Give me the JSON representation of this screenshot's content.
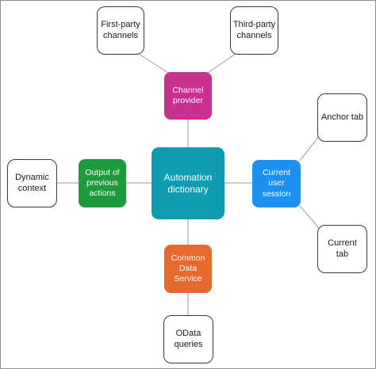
{
  "nodes": {
    "first_party": "First-party\nchannels",
    "third_party": "Third-party\nchannels",
    "channel_provider": "Channel\nprovider",
    "anchor_tab": "Anchor tab",
    "current_user_session": "Current\nuser\nsession",
    "current_tab": "Current\ntab",
    "dynamic_context": "Dynamic\ncontext",
    "output_previous_actions": "Output of\nprevious\nactions",
    "automation_dictionary": "Automation\ndictionary",
    "common_data_service": "Common\nData\nService",
    "odata_queries": "OData\nqueries"
  },
  "colors": {
    "hub": "#0e9db0",
    "channel_provider": "#c8318f",
    "current_user_session": "#1e90f0",
    "output_previous_actions": "#1e9a3c",
    "common_data_service": "#e66a2e",
    "connector": "#9a9a9a"
  }
}
